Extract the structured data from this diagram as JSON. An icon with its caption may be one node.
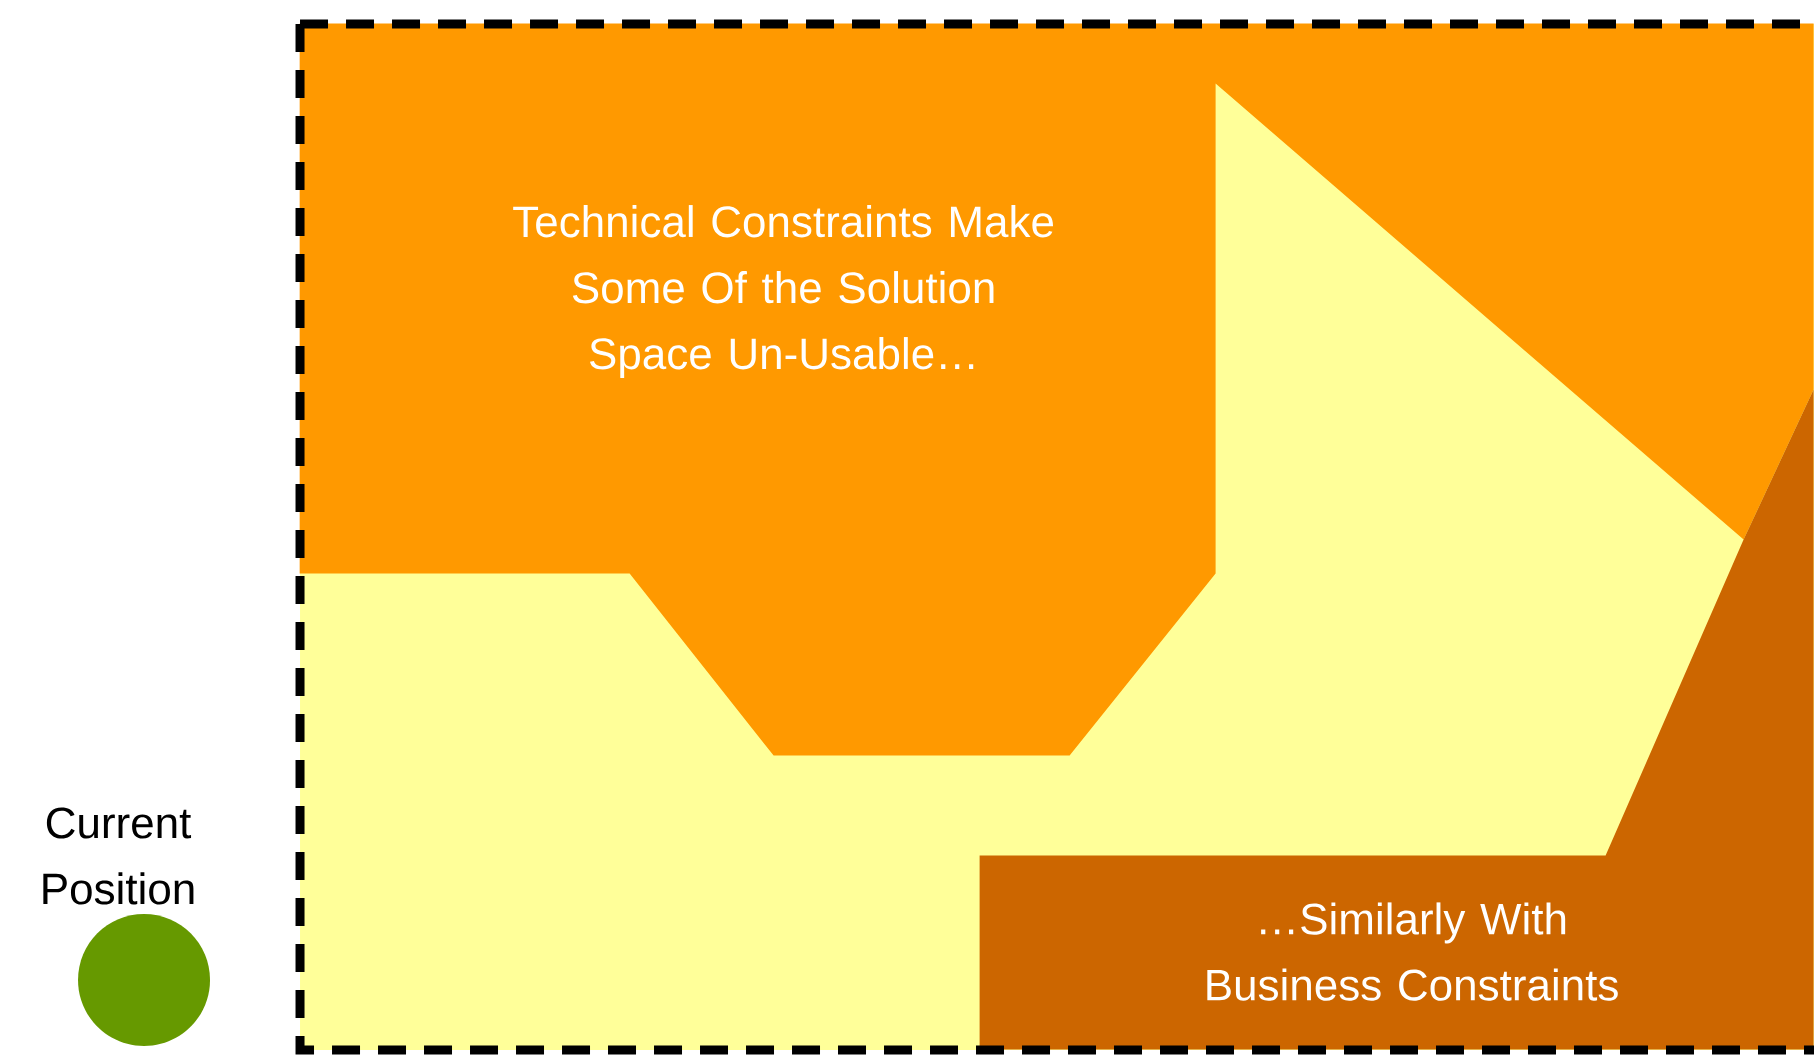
{
  "diagram": {
    "nodes": [
      {
        "text": [],
        "shape": "box"
      },
      {
        "text": [
          "Technical Constraints Make Some Of the Solution Space Un-Usable…"
        ],
        "in": 0
      },
      {
        "text": [
          "…Similarly With Business Constraints"
        ],
        "in": 0
      },
      {
        "text": [],
        "shape": "circle",
        "beside": [
          "Current Position"
        ]
      }
    ],
    "edges": []
  }
}
